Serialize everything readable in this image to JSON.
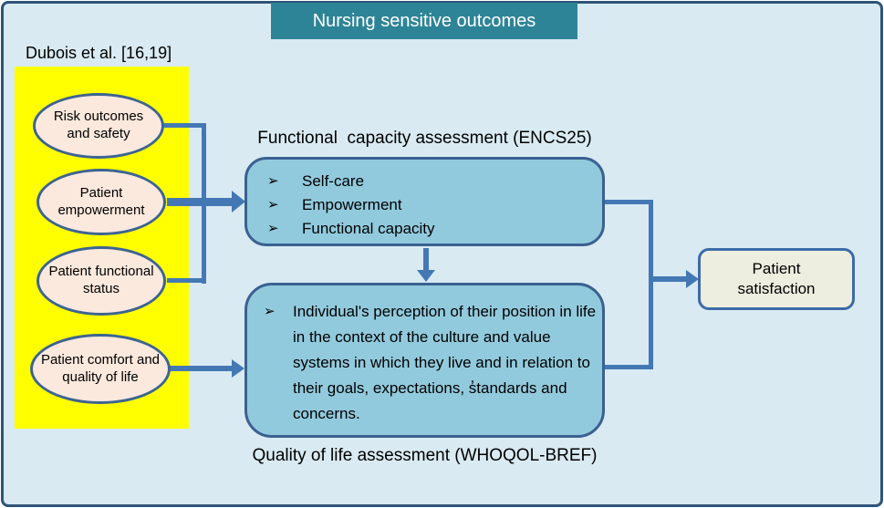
{
  "colors": {
    "canvas_bg": "#d9eaf2",
    "canvas_border": "#2f5479",
    "title_bg": "#2e8497",
    "title_text": "#ffffff",
    "yellow_panel": "#ffff00",
    "ellipse_fill": "#fbe9dd",
    "ellipse_border": "#3d6492",
    "box_fill": "#92cadd",
    "box_border": "#3a6191",
    "satisfaction_fill": "#edeedf",
    "satisfaction_border": "#3c6ba8",
    "arrow": "#4478b5",
    "text": "#000000"
  },
  "title": "Nursing sensitive outcomes",
  "citation": "Dubois et al. [16,19]",
  "ellipses": [
    {
      "label": "Risk outcomes and safety"
    },
    {
      "label": "Patient empowerment"
    },
    {
      "label": "Patient functional status"
    },
    {
      "label": "Patient comfort and quality of life"
    }
  ],
  "functional_box": {
    "heading": "Functional  capacity assessment (ENCS25)",
    "bullet_glyph": "➢",
    "items": [
      {
        "label": "Self-care"
      },
      {
        "label": "Empowerment"
      },
      {
        "label": "Functional capacity"
      }
    ]
  },
  "quality_box": {
    "bullet_glyph": "➢",
    "text": "Individual's perception of their position in life in the context of the culture and value systems in which they live and in relation to their goals, expectations, s̓tandards and concerns.",
    "caption": "Quality of life assessment (WHOQOL-BREF)"
  },
  "outcome_box": {
    "label": "Patient satisfaction"
  }
}
